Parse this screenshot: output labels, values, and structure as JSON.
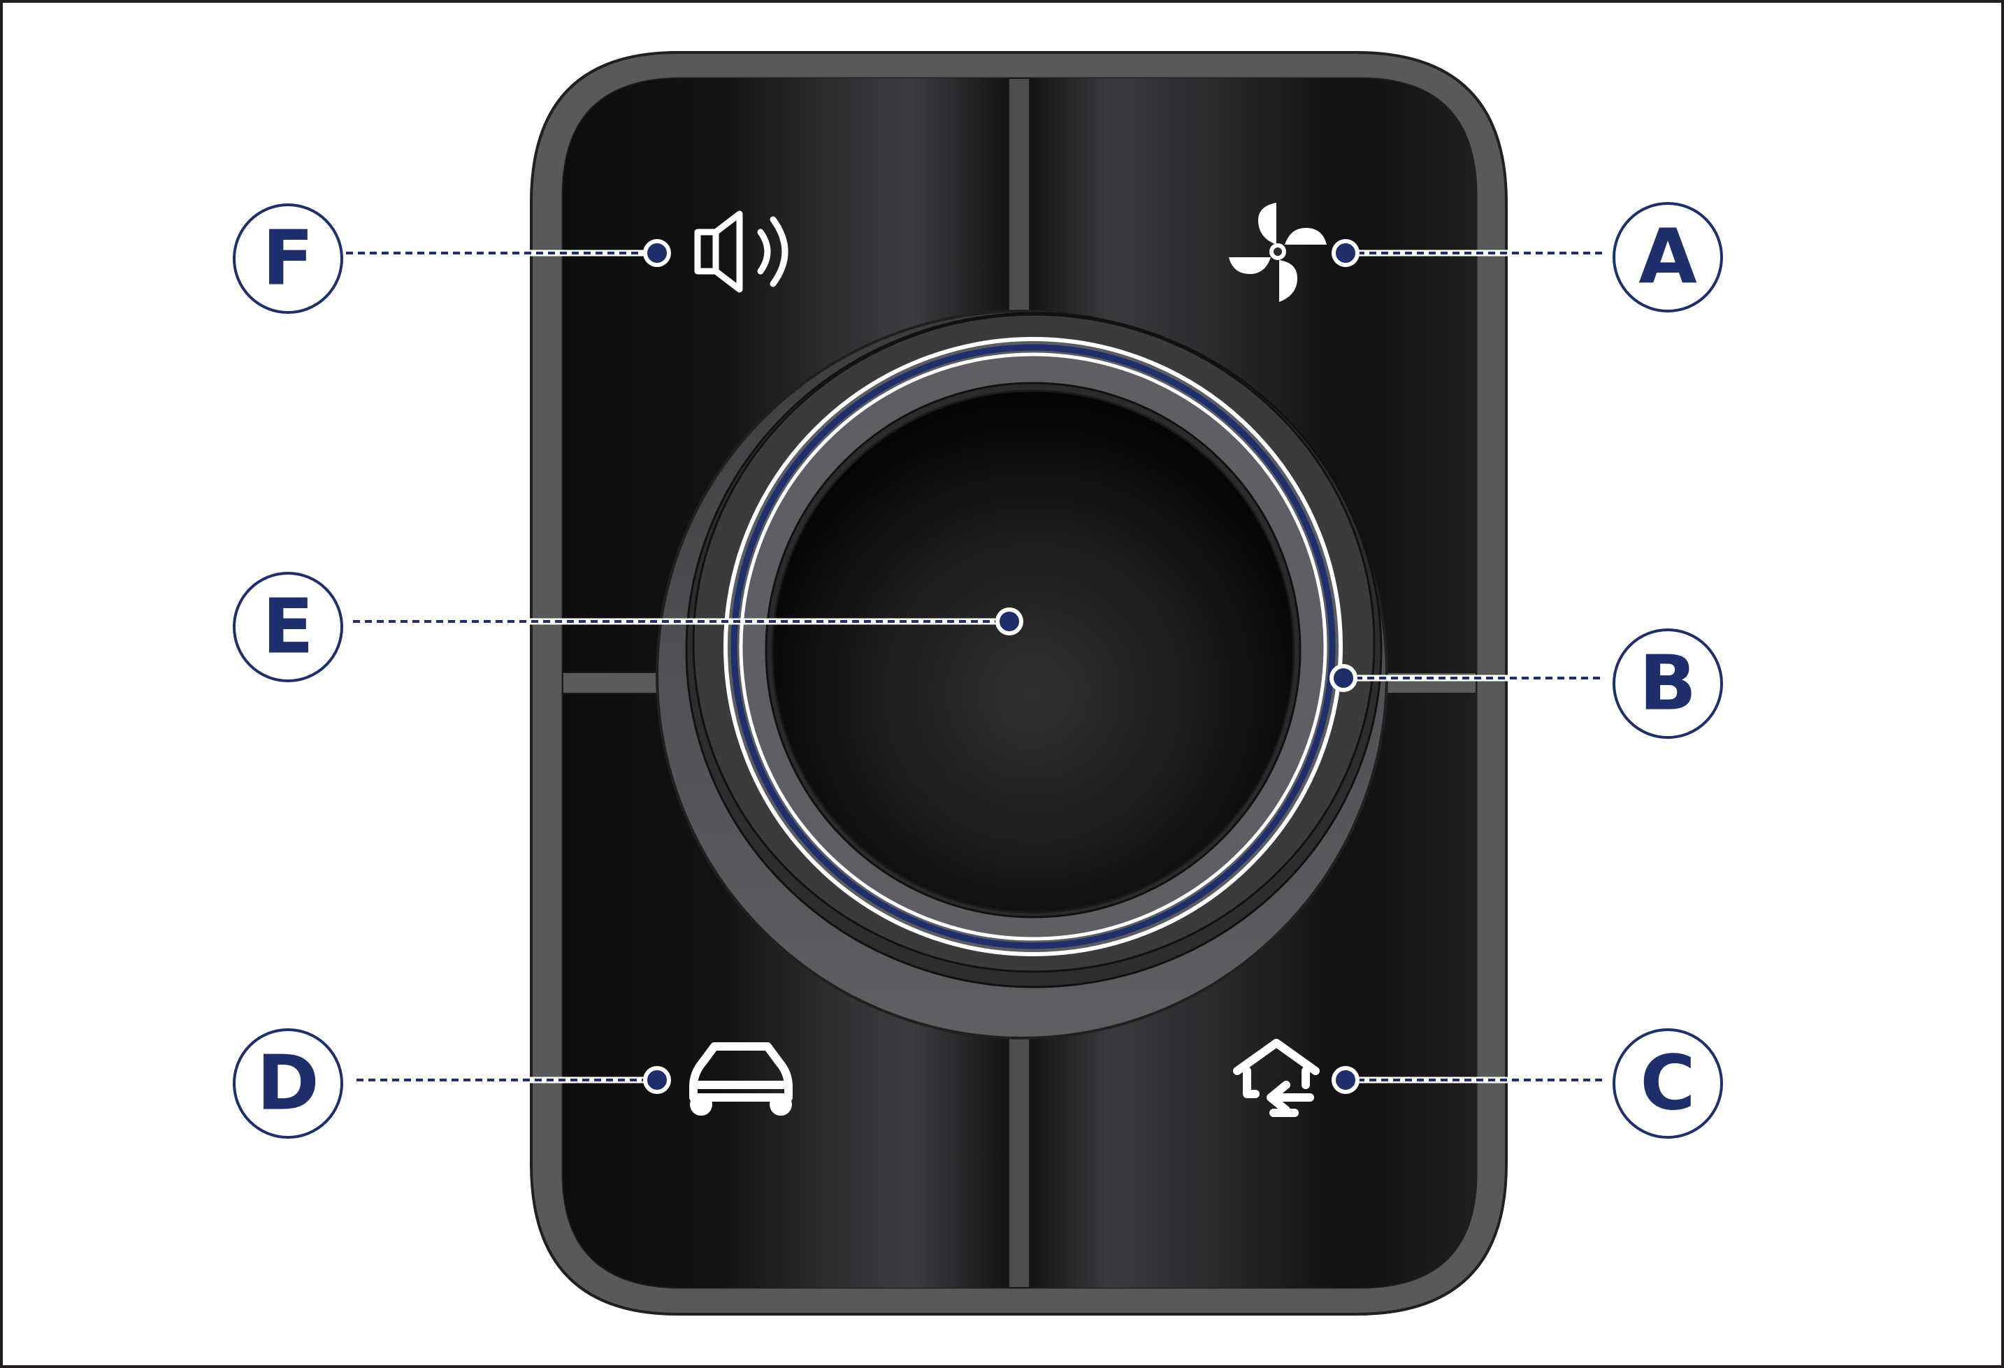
{
  "diagram": {
    "callouts": [
      {
        "id": "A",
        "letter": "A",
        "target": "fan-speed-button",
        "icon": "fan-icon"
      },
      {
        "id": "B",
        "letter": "B",
        "target": "rotary-ring",
        "icon": ""
      },
      {
        "id": "C",
        "letter": "C",
        "target": "recirculation-button",
        "icon": "home-arrow-icon"
      },
      {
        "id": "D",
        "letter": "D",
        "target": "vehicle-button",
        "icon": "car-icon"
      },
      {
        "id": "E",
        "letter": "E",
        "target": "center-knob",
        "icon": ""
      },
      {
        "id": "F",
        "letter": "F",
        "target": "volume-button",
        "icon": "speaker-icon"
      }
    ]
  },
  "colors": {
    "accent": "#1f2f6b",
    "housing": "#58595b",
    "panel": "#1a1a1a",
    "icon": "#ffffff",
    "ring": "#1f2f6b"
  }
}
